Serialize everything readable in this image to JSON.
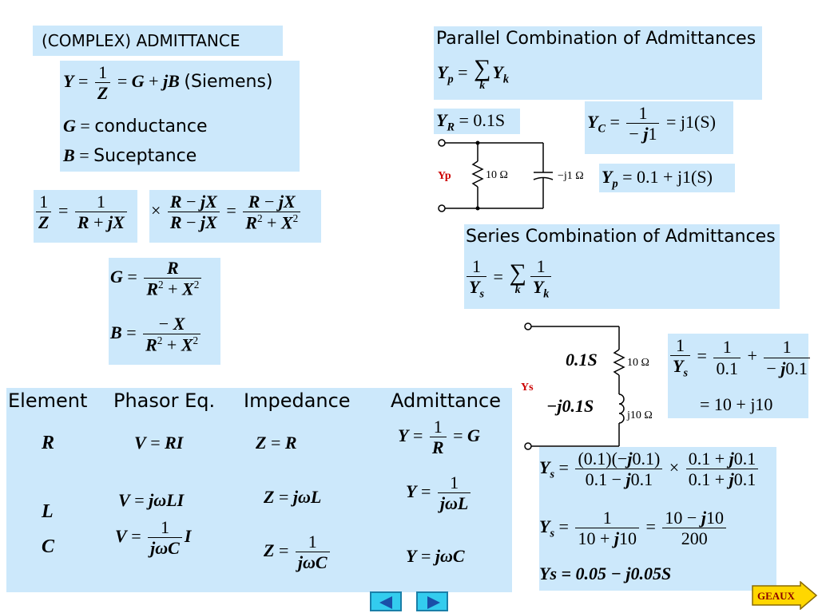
{
  "title": "(COMPLEX) ADMITTANCE",
  "definition": {
    "line1_suffix": "(Siemens)",
    "g_label": "conductance",
    "b_label": "Suceptance"
  },
  "parallel": {
    "heading": "Parallel Combination of Admittances",
    "yr": "0.1S",
    "yc": "j1(S)",
    "yp": "0.1 + j1(S)",
    "circuit": {
      "r_label": "10 Ω",
      "c_label": "−j1 Ω",
      "node_label": "Yp"
    }
  },
  "series": {
    "heading": "Series Combination of Admittances",
    "circuit": {
      "r_label": "10 Ω",
      "l_label": "j10 Ω",
      "node_label": "Ys",
      "top_value": "0.1S",
      "bottom_value": "−j0.1S"
    },
    "result1": "= 10 + j10",
    "result3": "Ys = 0.05 − j0.05S"
  },
  "table": {
    "headers": [
      "Element",
      "Phasor Eq.",
      "Impedance",
      "Admittance"
    ],
    "elements": [
      "R",
      "L",
      "C"
    ]
  },
  "nav": {
    "geaux_label": "GEAUX"
  },
  "colors": {
    "box_bg": "#cce8fb",
    "nav_button": "#33ccee",
    "geaux_fill": "#ffd700",
    "label_red": "#cc0000"
  }
}
